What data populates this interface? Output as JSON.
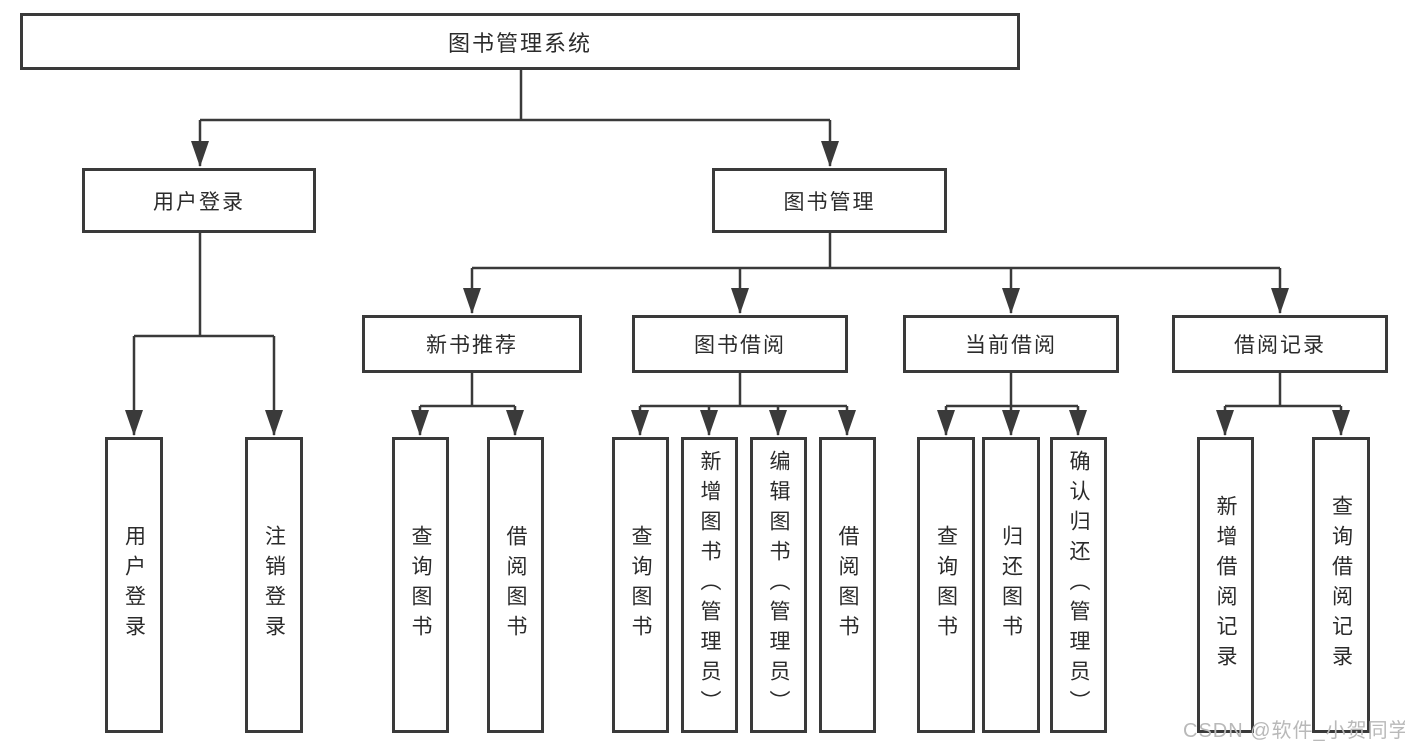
{
  "diagram": {
    "root": "图书管理系统",
    "branches": {
      "user_login": {
        "label": "用户登录",
        "children": [
          "用户登录",
          "注销登录"
        ]
      },
      "book_management": {
        "label": "图书管理",
        "children": {
          "new_books": {
            "label": "新书推荐",
            "children": [
              "查询图书",
              "借阅图书"
            ]
          },
          "borrowing": {
            "label": "图书借阅",
            "children": [
              "查询图书",
              "新增图书（管理员）",
              "编辑图书（管理员）",
              "借阅图书"
            ]
          },
          "current": {
            "label": "当前借阅",
            "children": [
              "查询图书",
              "归还图书",
              "确认归还（管理员）"
            ]
          },
          "records": {
            "label": "借阅记录",
            "children": [
              "新增借阅记录",
              "查询借阅记录"
            ]
          }
        }
      }
    }
  },
  "watermark": "CSDN @软件_小贺同学",
  "colors": {
    "line": "#3a3a3a",
    "text": "#2b2b2b",
    "watermark": "#b9b9b9",
    "background": "#ffffff"
  }
}
